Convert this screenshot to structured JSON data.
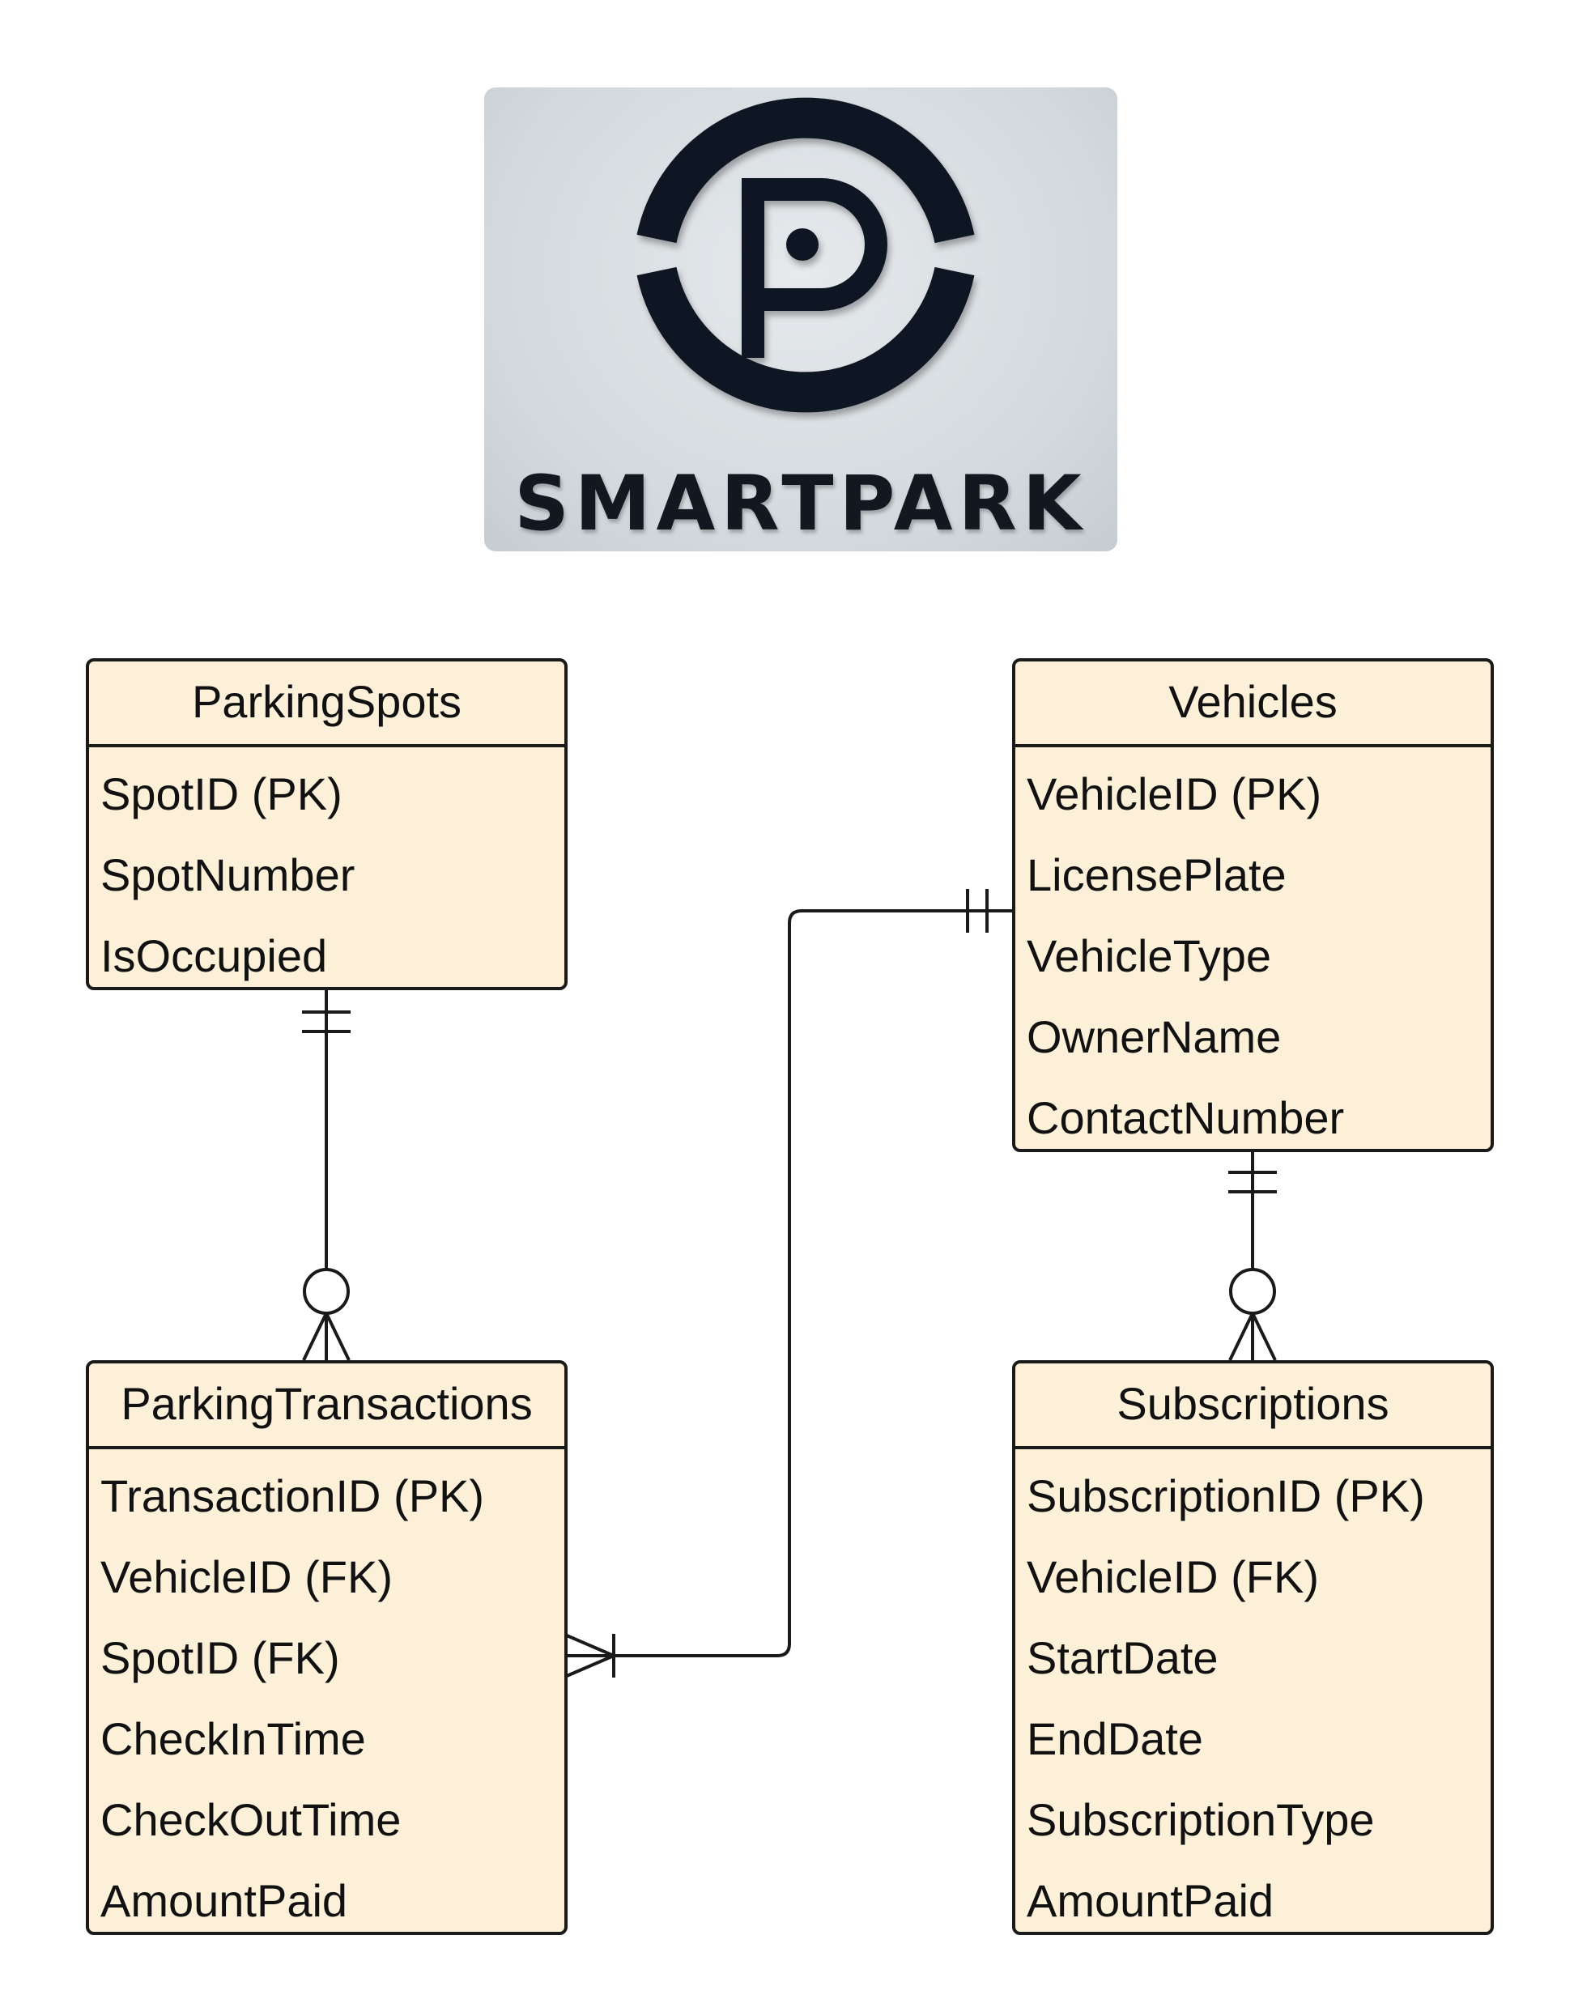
{
  "logo": {
    "text": "SMARTPARK",
    "icon": "parking-p-icon",
    "colors": {
      "mark": "#111820",
      "plate": "#d6dce0"
    }
  },
  "colors": {
    "entity_fill": "#fdf0d8",
    "line": "#1a1a1a"
  },
  "entities": {
    "parking_spots": {
      "name": "ParkingSpots",
      "fields": [
        "SpotID (PK)",
        "SpotNumber",
        "IsOccupied"
      ]
    },
    "vehicles": {
      "name": "Vehicles",
      "fields": [
        "VehicleID (PK)",
        "LicensePlate",
        "VehicleType",
        "OwnerName",
        "ContactNumber"
      ]
    },
    "parking_transactions": {
      "name": "ParkingTransactions",
      "fields": [
        "TransactionID (PK)",
        "VehicleID (FK)",
        "SpotID (FK)",
        "CheckInTime",
        "CheckOutTime",
        "AmountPaid"
      ]
    },
    "subscriptions": {
      "name": "Subscriptions",
      "fields": [
        "SubscriptionID (PK)",
        "VehicleID (FK)",
        "StartDate",
        "EndDate",
        "SubscriptionType",
        "AmountPaid"
      ]
    }
  },
  "relationships": [
    {
      "from": "parking_spots",
      "to": "parking_transactions",
      "from_cardinality": "exactly-one",
      "to_cardinality": "zero-or-many"
    },
    {
      "from": "vehicles",
      "to": "parking_transactions",
      "from_cardinality": "exactly-one",
      "to_cardinality": "one-or-many"
    },
    {
      "from": "vehicles",
      "to": "subscriptions",
      "from_cardinality": "exactly-one",
      "to_cardinality": "zero-or-many"
    }
  ]
}
